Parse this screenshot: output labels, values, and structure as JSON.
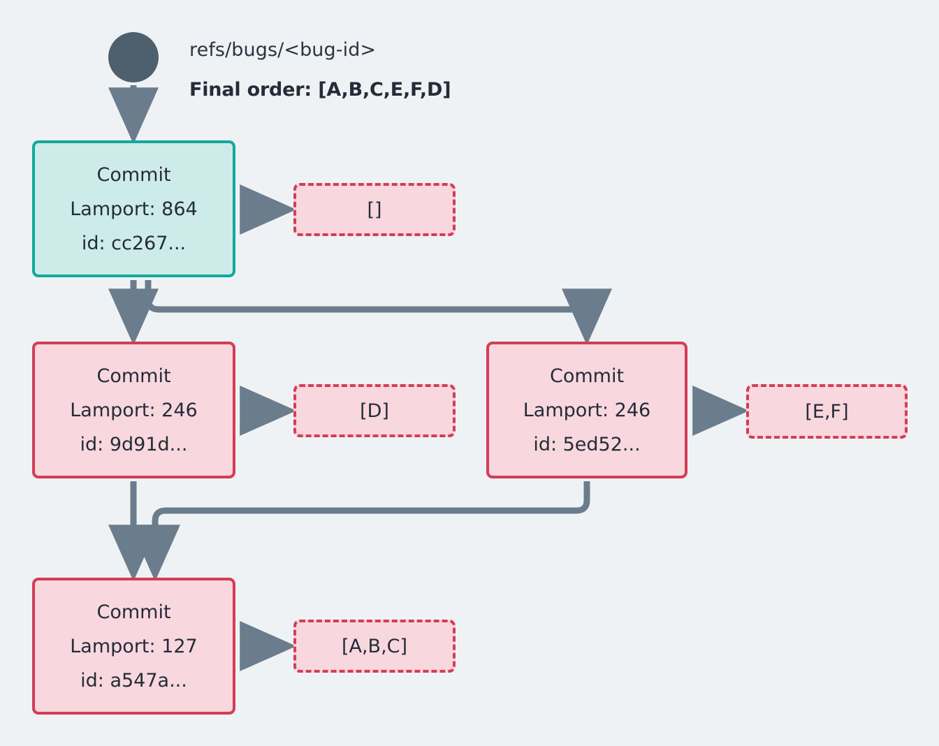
{
  "header": {
    "ref_label": "refs/bugs/<bug-id>",
    "final_order_label": "Final order: [A,B,C,E,F,D]",
    "root_node_name": "root"
  },
  "colors": {
    "background": "#eff2f5",
    "root_dot": "#4e5f6d",
    "edge": "#6b7d8c",
    "teal_fill": "#cdebe9",
    "teal_border": "#13a89e",
    "pink_fill": "#f8d7de",
    "pink_border": "#d33d57",
    "text": "#242c38"
  },
  "commits": [
    {
      "key": "cc267",
      "title": "Commit",
      "lamport_line": "Lamport: 864",
      "id_line": "id: cc267...",
      "lamport": 864,
      "id": "cc267...",
      "style": "teal",
      "ops_label": "[]",
      "ops": []
    },
    {
      "key": "9d91d",
      "title": "Commit",
      "lamport_line": "Lamport: 246",
      "id_line": "id: 9d91d...",
      "lamport": 246,
      "id": "9d91d...",
      "style": "pink",
      "ops_label": "[D]",
      "ops": [
        "D"
      ]
    },
    {
      "key": "5ed52",
      "title": "Commit",
      "lamport_line": "Lamport: 246",
      "id_line": "id: 5ed52...",
      "lamport": 246,
      "id": "5ed52...",
      "style": "pink",
      "ops_label": "[E,F]",
      "ops": [
        "E",
        "F"
      ]
    },
    {
      "key": "a547a",
      "title": "Commit",
      "lamport_line": "Lamport: 127",
      "id_line": "id: a547a...",
      "lamport": 127,
      "id": "a547a...",
      "style": "pink",
      "ops_label": "[A,B,C]",
      "ops": [
        "A",
        "B",
        "C"
      ]
    }
  ],
  "edges": [
    {
      "from": "root",
      "to": "cc267",
      "kind": "vertical"
    },
    {
      "from": "cc267",
      "to": "9d91d",
      "kind": "vertical"
    },
    {
      "from": "cc267",
      "to": "5ed52",
      "kind": "elbow-right"
    },
    {
      "from": "9d91d",
      "to": "a547a",
      "kind": "vertical"
    },
    {
      "from": "5ed52",
      "to": "a547a",
      "kind": "elbow-left"
    },
    {
      "from": "cc267",
      "to": "ops-cc267",
      "kind": "horizontal"
    },
    {
      "from": "9d91d",
      "to": "ops-9d91d",
      "kind": "horizontal"
    },
    {
      "from": "5ed52",
      "to": "ops-5ed52",
      "kind": "horizontal"
    },
    {
      "from": "a547a",
      "to": "ops-a547a",
      "kind": "horizontal"
    }
  ]
}
